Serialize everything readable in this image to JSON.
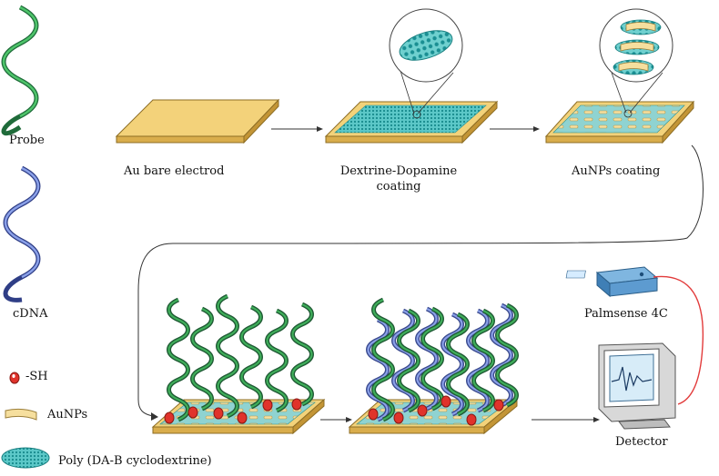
{
  "legend": {
    "probe": "Probe",
    "cdna": "cDNA",
    "sh": "-SH",
    "aunps": "AuNPs",
    "poly": "Poly (DA-B cyclodextrine)"
  },
  "steps": {
    "bare": "Au bare electrod",
    "dextrine_line1": "Dextrine-Dopamine",
    "dextrine_line2": "coating",
    "aunps": "AuNPs coating"
  },
  "devices": {
    "palmsense": "Palmsense 4C",
    "detector": "Detector"
  },
  "colors": {
    "gold": "#f3d27a",
    "gold_dark": "#c9a443",
    "teal": "#2fb3b3",
    "helix_green": "#2e8b4e",
    "helix_blue": "#5a6ebd",
    "thiol_red": "#e0332b"
  }
}
